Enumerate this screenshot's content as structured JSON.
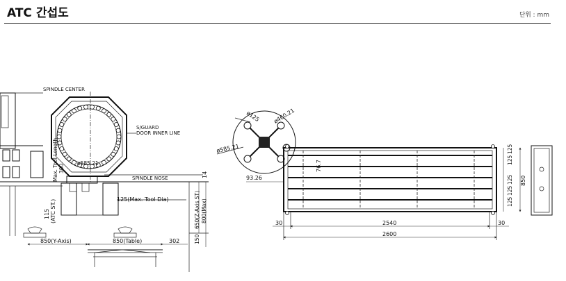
{
  "header": {
    "title": "ATC 간섭도",
    "unit": "단위 : mm"
  },
  "side_view": {
    "spindle_center": "SPINDLE CENTER",
    "guard_line_1": "S/GUARD",
    "guard_line_2": "DOOR INNER LINE",
    "magazine_dia": "ø585.21",
    "max_tool_length": "Max. Tool Length",
    "dim_300": "300",
    "spindle_nose": "SPINDLE NOSE",
    "dim_14": "14",
    "max_tool_dia": "125(Max. Tool Dia)",
    "atc_st_value": "115",
    "atc_st_label": "(ATC ST.)",
    "z_axis_st": "650(Z-Axis ST)",
    "max_800": "800(Max)",
    "y_axis": "850(Y-Axis)",
    "table": "850(Table)",
    "dim_302": "302",
    "dim_150": "150"
  },
  "top_view": {
    "d125": "ø125",
    "d460": "ø460.21",
    "d585": "ø585.21",
    "dim_767": "76.7",
    "dim_9326": "93.26",
    "slot_125_a": "125",
    "slot_125_b": "125",
    "slot_125_c": "125",
    "slot_125_d": "125",
    "slot_125_e": "125",
    "dim_850": "850",
    "left_30": "30",
    "width_2540": "2540",
    "right_30": "30",
    "total_2600": "2600"
  }
}
